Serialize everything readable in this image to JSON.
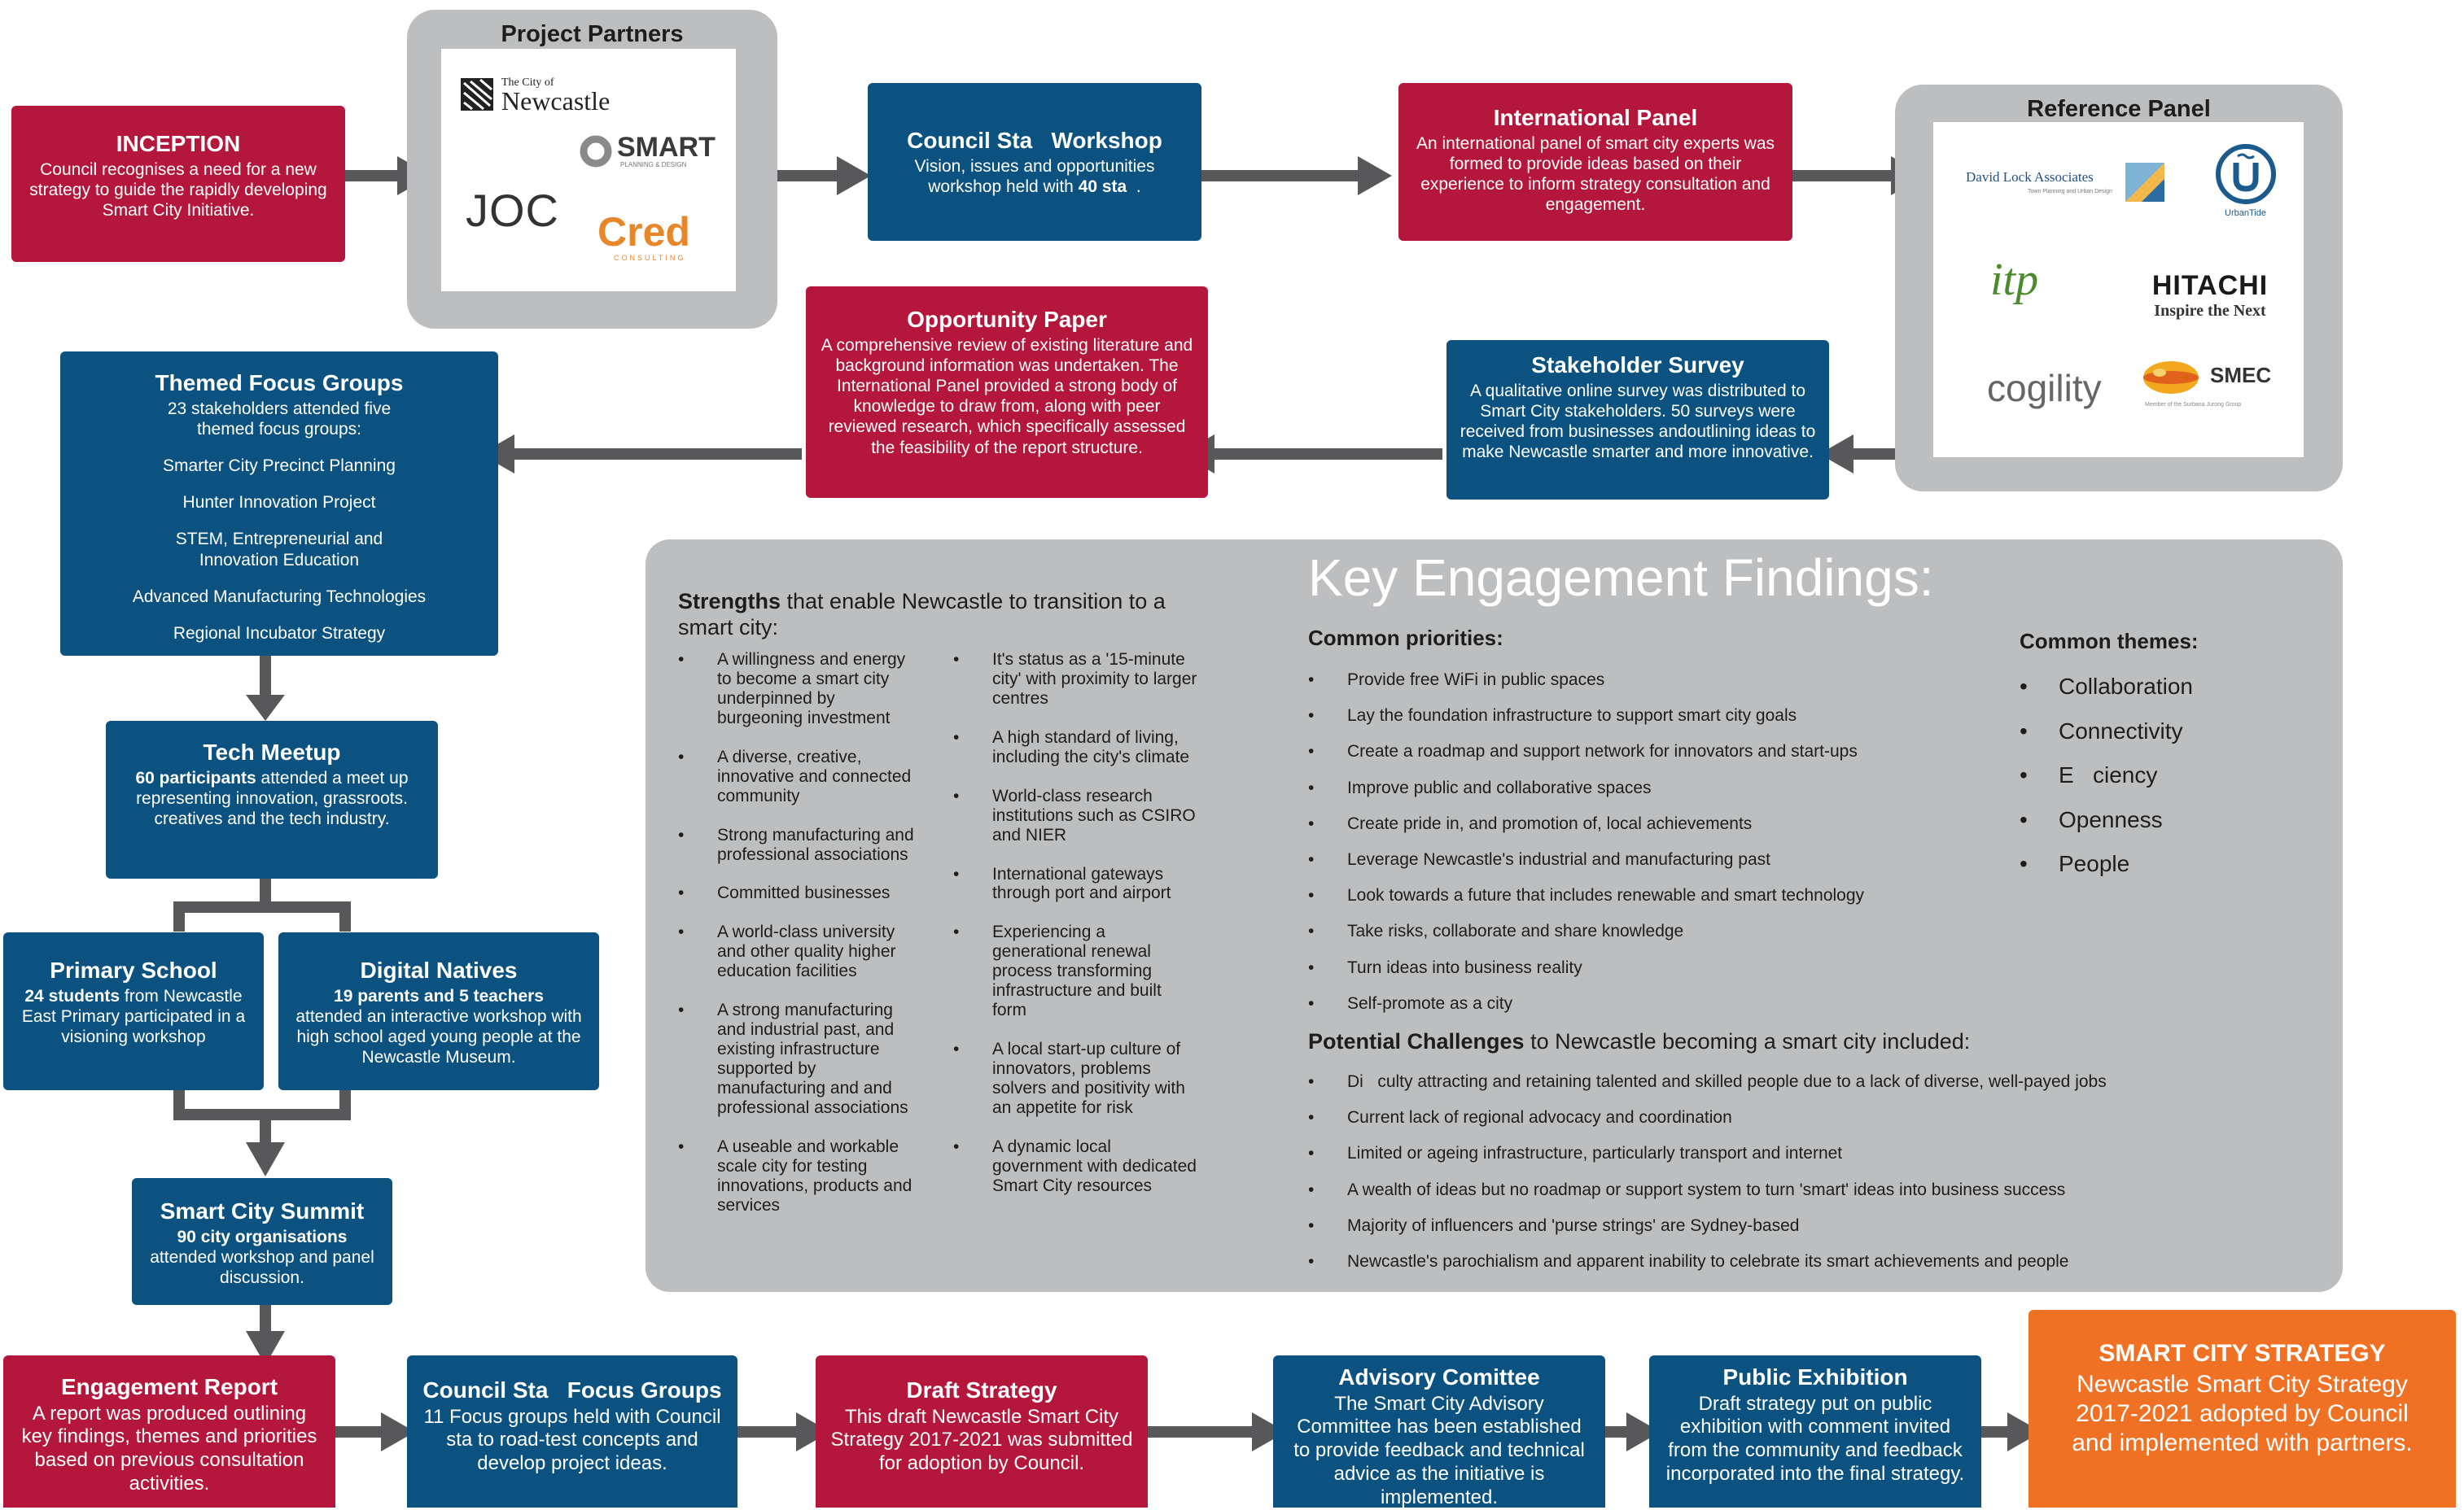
{
  "colors": {
    "red": "#b5173c",
    "blue": "#0b5281",
    "orange": "#f07124",
    "grey_panel": "#bdbec0",
    "arrow": "#58585a"
  },
  "inception": {
    "title": "INCEPTION",
    "body": "Council recognises a need for a new strategy to guide the rapidly developing Smart City Initiative."
  },
  "partners": {
    "title": "Project Partners",
    "logos": {
      "newcastle_small": "The City of",
      "newcastle": "Newcastle",
      "smart": "SMART",
      "smart_sub": "PLANNING & DESIGN",
      "joc": "JOC",
      "cred": "Cred",
      "cred_sub": "CONSULTING"
    }
  },
  "council_workshop": {
    "title": "Council Sta   Workshop",
    "body_1": "Vision, issues and opportunities workshop held with ",
    "body_bold": "40 sta",
    "body_2": "  ."
  },
  "intl_panel": {
    "title": "International Panel",
    "body": "An international panel of smart city experts was formed to provide ideas based on their experience to inform strategy consultation and engagement."
  },
  "reference_panel": {
    "title": "Reference Panel",
    "logos": {
      "dla": "David Lock Associates",
      "dla_sub": "Town Planning and Urban Design",
      "urbantide": "UrbanTide",
      "itp": "itp",
      "hitachi": "HITACHI",
      "hitachi_sub": "Inspire the Next",
      "cogility": "cogility",
      "smec": "SMEC",
      "smec_sub": "Member of the Surbana Jurong Group"
    }
  },
  "stakeholder_survey": {
    "title": "Stakeholder Survey",
    "body": "A qualitative online survey was distributed to Smart City stakeholders. 50 surveys were received from businesses andoutlining ideas to make Newcastle smarter and more innovative."
  },
  "opportunity_paper": {
    "title": "Opportunity Paper",
    "body": "A comprehensive review of existing literature and background information was undertaken. The International Panel provided a strong body of knowledge to draw from, along with peer reviewed research, which specifically assessed the feasibility of the report structure."
  },
  "themed_focus": {
    "title": "Themed Focus Groups",
    "body": "23 stakeholders attended five themed focus groups:",
    "items": [
      "Smarter City Precinct Planning",
      "Hunter Innovation Project",
      "STEM, Entrepreneurial and Innovation Education",
      "Advanced Manufacturing Technologies",
      "Regional Incubator Strategy"
    ]
  },
  "tech_meetup": {
    "title": "Tech Meetup",
    "bold": "60 participants",
    "body": " attended a meet up representing innovation, grassroots. creatives and the tech industry."
  },
  "primary_school": {
    "title": "Primary School",
    "bold": "24 students",
    "body": " from Newcastle East Primary participated in a visioning workshop"
  },
  "digital_natives": {
    "title": "Digital Natives",
    "bold": "19 parents and 5 teachers",
    "body": "attended an interactive workshop with high school aged young people at the Newcastle Museum."
  },
  "summit": {
    "title": "Smart City Summit",
    "bold": "90 city organisations",
    "body": "attended workshop and panel discussion."
  },
  "findings": {
    "heading": "Key Engagement Findings:",
    "strengths_bold": "Strengths",
    "strengths_rest": " that enable Newcastle to transition to a smart city:",
    "strengths_col1": [
      "A willingness and energy to become a smart city underpinned by burgeoning investment",
      "A diverse, creative, innovative and connected community",
      "Strong manufacturing and professional associations",
      "Committed businesses",
      "A world-class university and other quality higher education facilities",
      "A strong manufacturing and industrial past, and existing infrastructure supported by manufacturing and and professional associations",
      "A useable and workable scale city for testing innovations, products and services"
    ],
    "strengths_col2": [
      "It's status as a '15-minute city' with proximity to larger centres",
      "A high standard of living, including the city's climate",
      "World-class research institutions such as CSIRO and NIER",
      "International gateways through port and airport",
      "Experiencing a generational renewal process transforming infrastructure and built form",
      "A local start-up culture of innovators, problems solvers and positivity with an appetite for risk",
      "A dynamic local government with dedicated Smart City resources"
    ],
    "priorities_heading": "Common priorities:",
    "priorities": [
      "Provide free WiFi in public spaces",
      "Lay the foundation infrastructure to support smart city goals",
      "Create a roadmap and support network for innovators and start-ups",
      "Improve public and collaborative spaces",
      "Create pride in, and promotion of, local achievements",
      "Leverage Newcastle's industrial and manufacturing past",
      "Look towards a future that includes renewable and smart technology",
      "Take risks, collaborate and share knowledge",
      "Turn ideas into business reality",
      "Self-promote as a city"
    ],
    "themes_heading": "Common themes:",
    "themes": [
      "Collaboration",
      "Connectivity",
      "E   ciency",
      "Openness",
      "People"
    ],
    "challenges_bold": "Potential Challenges",
    "challenges_rest": " to Newcastle becoming a smart city included:",
    "challenges": [
      "Di   culty attracting and retaining talented and skilled people due to a lack of diverse, well-payed jobs",
      "Current lack of regional advocacy and coordination",
      "Limited or ageing infrastructure, particularly transport and internet",
      "A wealth of ideas but no roadmap or support system to turn 'smart' ideas into business success",
      "Majority of influencers and 'purse strings' are Sydney-based",
      "Newcastle's parochialism and apparent inability to celebrate its smart achievements and people"
    ]
  },
  "engagement_report": {
    "title": "Engagement Report",
    "body": "A report was produced outlining key findings, themes and priorities based on previous consultation activities."
  },
  "council_focus": {
    "title": "Council Sta   Focus Groups",
    "body": "11 Focus groups held with Council sta    to road-test concepts and develop project ideas."
  },
  "draft_strategy": {
    "title": "Draft Strategy",
    "body": "This draft Newcastle Smart City Strategy 2017-2021 was submitted for adoption by Council."
  },
  "advisory": {
    "title": "Advisory Comittee",
    "body": "The Smart City Advisory Committee has been established to provide feedback and technical advice as the initiative is implemented."
  },
  "public_exhibition": {
    "title": "Public Exhibition",
    "body": "Draft strategy put on public exhibition with comment invited from the community and feedback incorporated into the final strategy."
  },
  "smart_city_strategy": {
    "title": "SMART CITY STRATEGY",
    "body": "Newcastle Smart City Strategy 2017-2021 adopted by Council and implemented with partners."
  }
}
